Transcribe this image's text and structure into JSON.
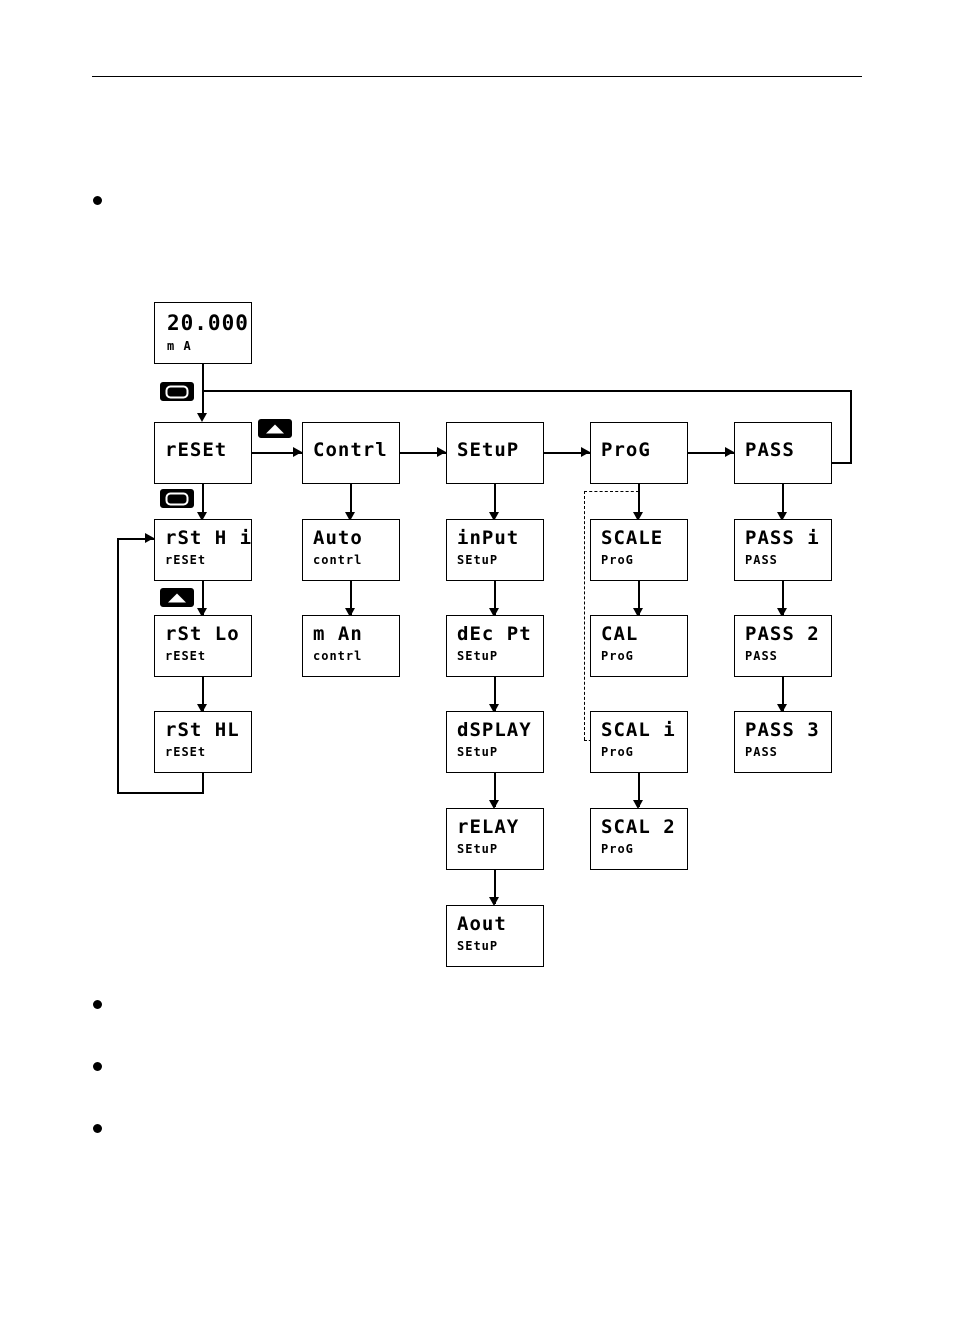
{
  "page": {
    "rule": true
  },
  "bullets": [
    {
      "name": "bullet-top"
    },
    {
      "name": "bullet-lower-1"
    },
    {
      "name": "bullet-lower-2"
    },
    {
      "name": "bullet-lower-3"
    }
  ],
  "display": {
    "value": "20.000",
    "unit": "m A"
  },
  "keys": {
    "menu_1": "menu-key",
    "menu_2": "menu-key",
    "up_1": "up-arrow-key",
    "up_2": "up-arrow-key"
  },
  "top_row": [
    {
      "name": "reset-menu",
      "big": "rESEt",
      "small": ""
    },
    {
      "name": "contrl-menu",
      "big": "Contrl",
      "small": ""
    },
    {
      "name": "setup-menu",
      "big": "SEtuP",
      "small": ""
    },
    {
      "name": "prog-menu",
      "big": "ProG",
      "small": ""
    },
    {
      "name": "pass-menu",
      "big": "PASS",
      "small": ""
    }
  ],
  "columns": {
    "reset": [
      {
        "name": "rst-hi",
        "big": "rSt H i",
        "small": "rESEt"
      },
      {
        "name": "rst-lo",
        "big": "rSt Lo",
        "small": "rESEt"
      },
      {
        "name": "rst-hl",
        "big": "rSt HL",
        "small": "rESEt"
      }
    ],
    "contrl": [
      {
        "name": "auto",
        "big": "Auto",
        "small": "contrl"
      },
      {
        "name": "man",
        "big": "m An",
        "small": "contrl"
      }
    ],
    "setup": [
      {
        "name": "input",
        "big": "inPut",
        "small": "SEtuP"
      },
      {
        "name": "dec-pt",
        "big": "dEc Pt",
        "small": "SEtuP"
      },
      {
        "name": "dsplay",
        "big": "dSPLAY",
        "small": "SEtuP"
      },
      {
        "name": "relay",
        "big": "rELAY",
        "small": "SEtuP"
      },
      {
        "name": "aout",
        "big": "Aout",
        "small": "SEtuP"
      }
    ],
    "prog": [
      {
        "name": "scale",
        "big": "SCALE",
        "small": "ProG"
      },
      {
        "name": "cal",
        "big": "CAL",
        "small": "ProG"
      },
      {
        "name": "scal-1",
        "big": "SCAL i",
        "small": "ProG"
      },
      {
        "name": "scal-2",
        "big": "SCAL 2",
        "small": "ProG"
      }
    ],
    "pass": [
      {
        "name": "pass-1",
        "big": "PASS i",
        "small": "PASS"
      },
      {
        "name": "pass-2",
        "big": "PASS 2",
        "small": "PASS"
      },
      {
        "name": "pass-3",
        "big": "PASS 3",
        "small": "PASS"
      }
    ]
  }
}
